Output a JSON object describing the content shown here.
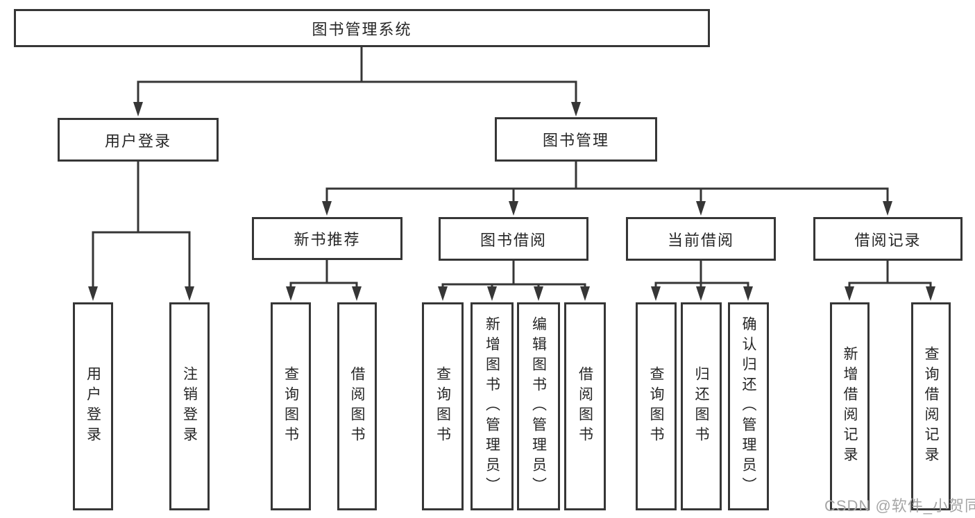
{
  "diagram": {
    "root": "图书管理系统",
    "level2": [
      {
        "label": "用户登录",
        "leaves": [
          "用户登录",
          "注销登录"
        ]
      },
      {
        "label": "图书管理",
        "groups": [
          {
            "label": "新书推荐",
            "leaves": [
              "查询图书",
              "借阅图书"
            ]
          },
          {
            "label": "图书借阅",
            "leaves": [
              "查询图书",
              "新增图书（管理员）",
              "编辑图书（管理员）",
              "借阅图书"
            ]
          },
          {
            "label": "当前借阅",
            "leaves": [
              "查询图书",
              "归还图书",
              "确认归还（管理员）"
            ]
          },
          {
            "label": "借阅记录",
            "leaves": [
              "新增借阅记录",
              "查询借阅记录"
            ]
          }
        ]
      }
    ]
  },
  "colors": {
    "line": "#363636",
    "text": "#262626",
    "watermark": "#a6a6a6",
    "background": "#ffffff"
  },
  "watermark": "CSDN @软件_小贺同学"
}
